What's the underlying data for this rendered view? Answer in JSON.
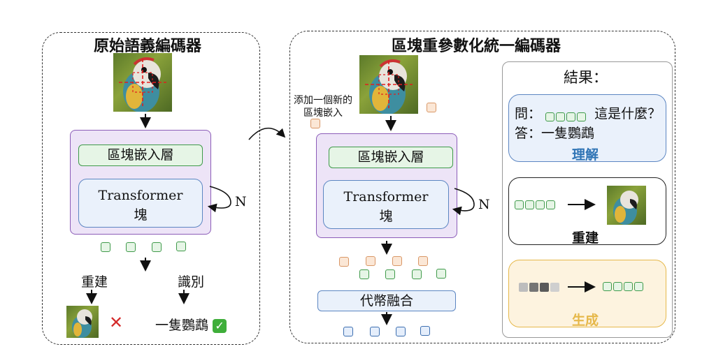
{
  "left_panel": {
    "title": "原始語義編碼器",
    "patch_embed": "區塊嵌入層",
    "transformer_line1": "Transformer",
    "transformer_line2": "塊",
    "repeat": "N",
    "reconstruct": "重建",
    "recognize": "識別",
    "recognize_result": "一隻鸚鵡",
    "fail_mark": "✕",
    "ok_mark": "✓"
  },
  "right_panel": {
    "title": "區塊重參數化統一編碼器",
    "add_note_line1": "添加一個新的",
    "add_note_line2": "區塊嵌入",
    "patch_embed": "區塊嵌入層",
    "transformer_line1": "Transformer",
    "transformer_line2": "塊",
    "repeat": "N",
    "fusion": "代幣融合"
  },
  "results": {
    "title": "結果：",
    "understand": {
      "q_prefix": "問：",
      "q_suffix": "這是什麼？",
      "a": "答：一隻鸚鵡",
      "label": "理解",
      "label_color": "#2f74b5"
    },
    "reconstruct": {
      "label": "重建"
    },
    "generate": {
      "label": "生成",
      "label_color": "#e6b84a"
    }
  },
  "colors": {
    "green_token": "#3f9a4a",
    "orange_token": "#d99766",
    "blue_token": "#3d6fb0",
    "purple_border": "#8b5cb8",
    "fail_red": "#d42b2b"
  },
  "icons": [
    "parrot-image",
    "crosshair-icon",
    "loop-arrow-icon",
    "cross-icon",
    "check-icon",
    "arrow-icon"
  ]
}
